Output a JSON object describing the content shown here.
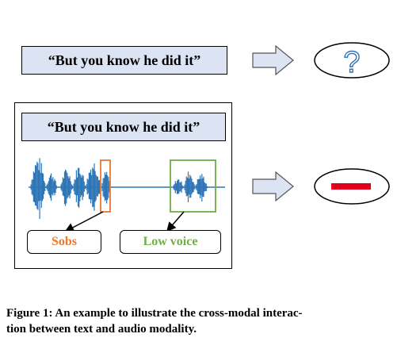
{
  "top_row": {
    "quote": "“But you know he did it”",
    "result_icon": "question-mark-icon"
  },
  "bottom_row": {
    "quote": "“But you know he did it”",
    "labels": {
      "sobs": "Sobs",
      "low_voice": "Low voice"
    },
    "result_icon": "negative-dash-icon"
  },
  "colors": {
    "text_box_fill": "#dce3f3",
    "waveform": "#2e75b6",
    "sobs_highlight": "#e97a32",
    "low_voice_highlight": "#70ad47",
    "negative_sign": "#e0001b"
  },
  "caption": {
    "prefix": "Figure 1: An example to illustrate the cross-modal interac-",
    "suffix": "tion between text and audio modality."
  }
}
